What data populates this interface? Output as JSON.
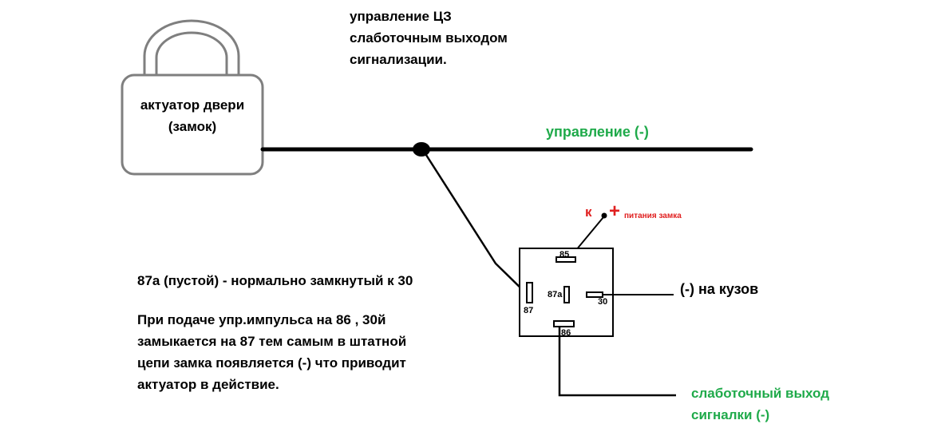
{
  "colors": {
    "wire": "#000000",
    "lock_outline": "#7f7f7f",
    "green_text": "#1faa4a",
    "red_text": "#e02020"
  },
  "actuator": {
    "line1": "актуатор двери",
    "line2": "(замок)"
  },
  "top_note": {
    "line1": "управление ЦЗ",
    "line2": "слаботочным выходом",
    "line3": "сигнализации."
  },
  "control_label": "управление (-)",
  "power": {
    "prefix": "к",
    "plus": "+",
    "label": "питания замка"
  },
  "relay": {
    "pin_85": "85",
    "pin_87": "87",
    "pin_87a": "87a",
    "pin_30": "30",
    "pin_86": "86"
  },
  "ground_label": "(-) на кузов",
  "description": {
    "line1": "87а (пустой) - нормально замкнутый к 30",
    "line2": "При подаче упр.импульса на 86 , 30й",
    "line3": "замыкается на 87 тем самым в штатной",
    "line4": "цепи замка появляется (-) что приводит",
    "line5": "актуатор в действие."
  },
  "alarm_output": {
    "line1": "слаботочный выход",
    "line2": "сигналки (-)"
  }
}
